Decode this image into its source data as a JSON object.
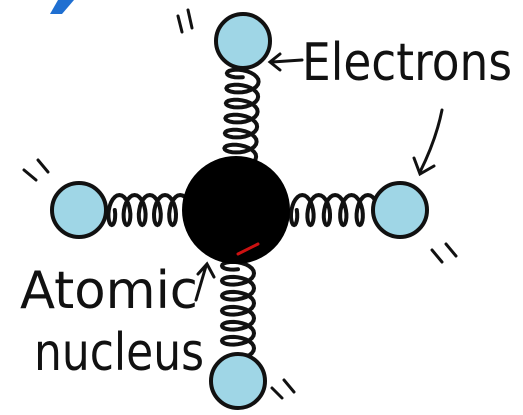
{
  "labels": {
    "electrons": "Electrons",
    "atomic": "Atomic",
    "nucleus": "nucleus"
  },
  "colors": {
    "electron_fill": "#9fd6e6",
    "outline": "#111111",
    "nucleus_fill": "#000000",
    "accent_red": "#cc1111",
    "corner_mark_blue": "#1f6fd1"
  }
}
